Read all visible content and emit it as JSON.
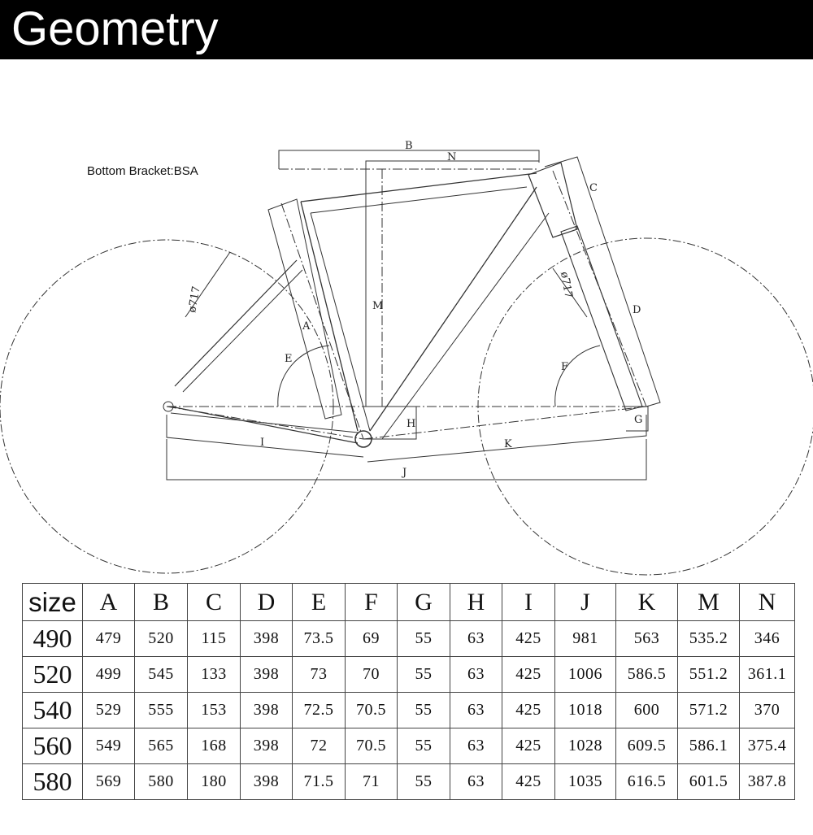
{
  "header": {
    "title": "Geometry"
  },
  "note": "Bottom Bracket:BSA",
  "diagram_labels": {
    "A": "A",
    "B": "B",
    "C": "C",
    "D": "D",
    "E": "E",
    "F": "F",
    "G": "G",
    "H": "H",
    "I": "I",
    "J": "J",
    "K": "K",
    "M": "M",
    "N": "N",
    "rear_wheel": "ø717",
    "front_wheel": "ø717"
  },
  "table": {
    "headers": [
      "size",
      "A",
      "B",
      "C",
      "D",
      "E",
      "F",
      "G",
      "H",
      "I",
      "J",
      "K",
      "M",
      "N"
    ],
    "rows": [
      [
        "490",
        "479",
        "520",
        "115",
        "398",
        "73.5",
        "69",
        "55",
        "63",
        "425",
        "981",
        "563",
        "535.2",
        "346"
      ],
      [
        "520",
        "499",
        "545",
        "133",
        "398",
        "73",
        "70",
        "55",
        "63",
        "425",
        "1006",
        "586.5",
        "551.2",
        "361.1"
      ],
      [
        "540",
        "529",
        "555",
        "153",
        "398",
        "72.5",
        "70.5",
        "55",
        "63",
        "425",
        "1018",
        "600",
        "571.2",
        "370"
      ],
      [
        "560",
        "549",
        "565",
        "168",
        "398",
        "72",
        "70.5",
        "55",
        "63",
        "425",
        "1028",
        "609.5",
        "586.1",
        "375.4"
      ],
      [
        "580",
        "569",
        "580",
        "180",
        "398",
        "71.5",
        "71",
        "55",
        "63",
        "425",
        "1035",
        "616.5",
        "601.5",
        "387.8"
      ]
    ]
  }
}
